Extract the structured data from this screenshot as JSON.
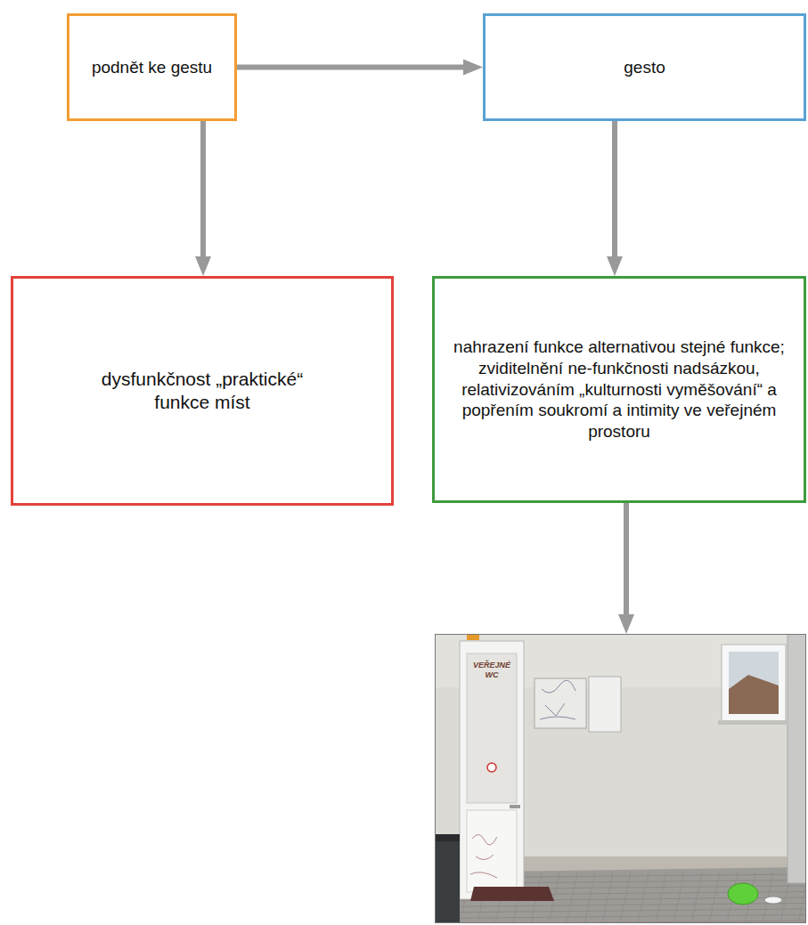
{
  "diagram": {
    "nodes": [
      {
        "text": [
          "podnět ke gestu"
        ]
      },
      {
        "text": [
          "gesto"
        ]
      },
      {
        "text": [
          "dysfunkčnost „praktické“ funkce míst"
        ]
      },
      {
        "text": [
          "nahrazení funkce alternativou stejné funkce; zviditelnění ne-funkčnosti nadsázkou, relativizováním „kulturnosti vyměšování“ a popřením soukromí a intimity ve veřejném prostoru"
        ]
      },
      {
        "text": [
          "VEŘEJNÉ WC"
        ]
      }
    ],
    "edges": [
      {
        "from": 0,
        "to": 1,
        "arrow": "to"
      },
      {
        "from": 0,
        "to": 2,
        "arrow": "to"
      },
      {
        "from": 1,
        "to": 3,
        "arrow": "to"
      },
      {
        "from": 3,
        "to": 4,
        "arrow": "to"
      }
    ]
  }
}
